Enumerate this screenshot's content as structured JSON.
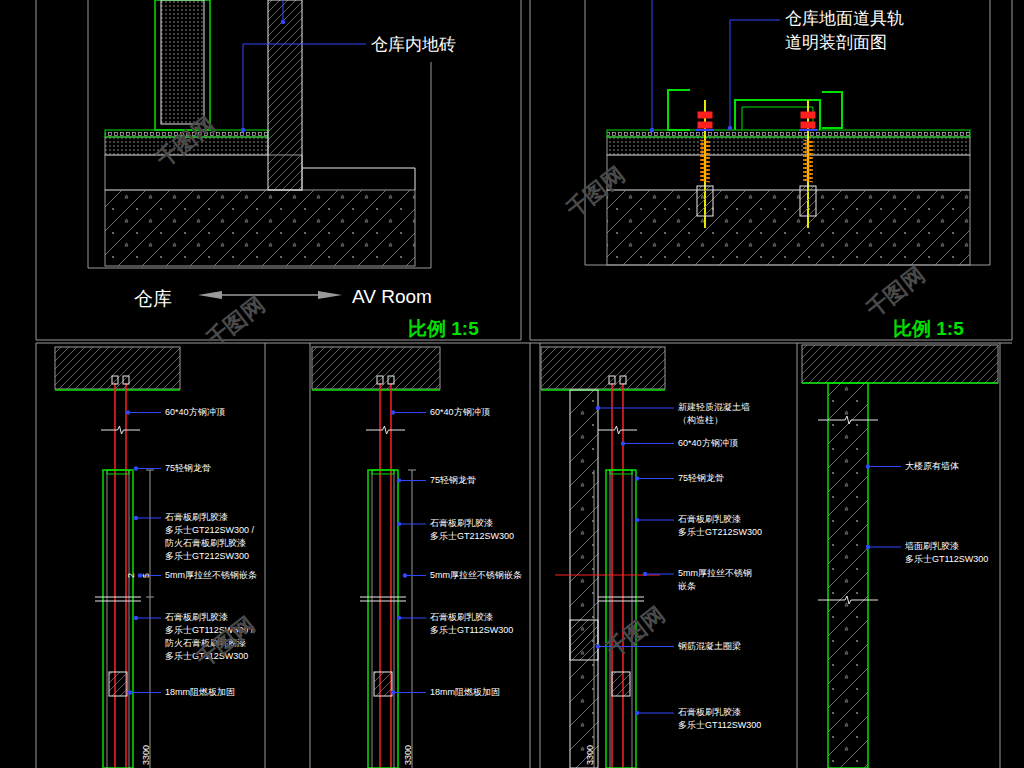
{
  "diagram": {
    "labels": [
      "仓库内地砖",
      "仓库",
      "AV Room",
      "比例 1:5",
      "仓库地面道具轨 道明装剖面图",
      "比例 1:5",
      "60*40方钢冲顶",
      "75轻钢龙骨",
      "石膏板刷乳胶漆 多乐士GT212SW300 /防火石膏板刷乳胶漆 多乐士GT212SW300",
      "5mm厚拉丝不锈钢嵌条",
      "石膏板刷乳胶漆 多乐士GT112SW300 /防火石膏板刷乳胶漆 多乐士GT112SW300",
      "18mm阻燃板加固",
      "2",
      "5",
      "3300",
      "60*40方钢冲顶",
      "75轻钢龙骨",
      "石膏板刷乳胶漆 多乐士GT212SW300",
      "5mm厚拉丝不锈钢嵌条",
      "石膏板刷乳胶漆 多乐士GT112SW300",
      "18mm阻燃板加固",
      "3300",
      "新建轻质混凝土墙 （构造柱）",
      "60*40方钢冲顶",
      "75轻钢龙骨",
      "石膏板刷乳胶漆 多乐士GT212SW300",
      "5mm厚拉丝不锈钢 嵌条",
      "钢筋混凝土圈梁",
      "石膏板刷乳胶漆 多乐士GT112SW300",
      "3300",
      "大楼原有墙体",
      "墙面刷乳胶漆 多乐士GT112SW300",
      "千图网",
      "千图网",
      "千图网",
      "千图网",
      "千图网",
      "千图网"
    ]
  }
}
